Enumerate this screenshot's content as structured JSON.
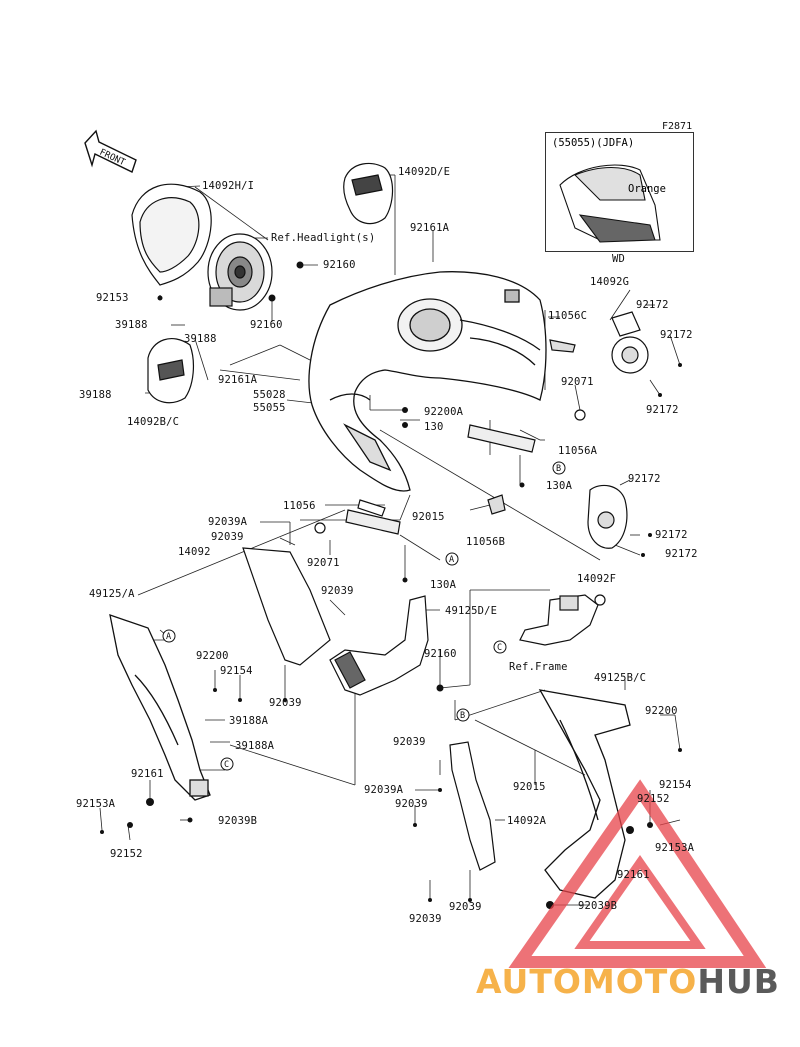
{
  "figure_code": "F2871",
  "front_marker": "FRONT",
  "inset": {
    "title": "(55055)(JDFA)",
    "note": "Orange",
    "model": "WD"
  },
  "callout_letters": [
    "A",
    "B",
    "C"
  ],
  "labels": {
    "l_14092HI": "14092H/I",
    "l_14092DE": "14092D/E",
    "l_refheadlight": "Ref.Headlight(s)",
    "l_92161A_top": "92161A",
    "l_92160_a": "92160",
    "l_92153_top": "92153",
    "l_92160_b": "92160",
    "l_39188_a": "39188",
    "l_39188_b": "39188",
    "l_39188_c": "39188",
    "l_14092BC": "14092B/C",
    "l_92161A_mid": "92161A",
    "l_55028": "55028",
    "l_55055": "55055",
    "l_14092G": "14092G",
    "l_92172_a": "92172",
    "l_11056C": "11056C",
    "l_92172_b": "92172",
    "l_92172_c": "92172",
    "l_92071_right": "92071",
    "l_92200A": "92200A",
    "l_130": "130",
    "l_11056A": "11056A",
    "l_130A_top": "130A",
    "l_92172_d": "92172",
    "l_92172_e": "92172",
    "l_92172_f": "92172",
    "l_14092F": "14092F",
    "l_11056": "11056",
    "l_92015_top": "92015",
    "l_11056B": "11056B",
    "l_92039A_left": "92039A",
    "l_92039_a": "92039",
    "l_14092": "14092",
    "l_92071_left": "92071",
    "l_130A_bottom": "130A",
    "l_49125A": "49125/A",
    "l_92039_b": "92039",
    "l_49125DE": "49125D/E",
    "l_92200": "92200",
    "l_92154_left": "92154",
    "l_92039_c": "92039",
    "l_92160_low": "92160",
    "l_refframe": "Ref.Frame",
    "l_39188A_a": "39188A",
    "l_39188A_b": "39188A",
    "l_49125BC": "49125B/C",
    "l_92200_right": "92200",
    "l_92039_d": "92039",
    "l_92015_low": "92015",
    "l_92154_right": "92154",
    "l_92161_left": "92161",
    "l_92153A_left": "92153A",
    "l_92039B_left": "92039B",
    "l_92152_left": "92152",
    "l_92039A_low": "92039A",
    "l_92039_e": "92039",
    "l_14092A": "14092A",
    "l_92152_right": "92152",
    "l_92153A_right": "92153A",
    "l_92161_right": "92161",
    "l_92039B_right": "92039B",
    "l_92039_f": "92039",
    "l_92039_g": "92039"
  },
  "watermark": {
    "text_left": "AUTOMOTO",
    "text_right": "HUB",
    "color_primary": "#f6b24a",
    "color_secondary": "#5a5a5a",
    "color_triangle": "#e8434a"
  }
}
